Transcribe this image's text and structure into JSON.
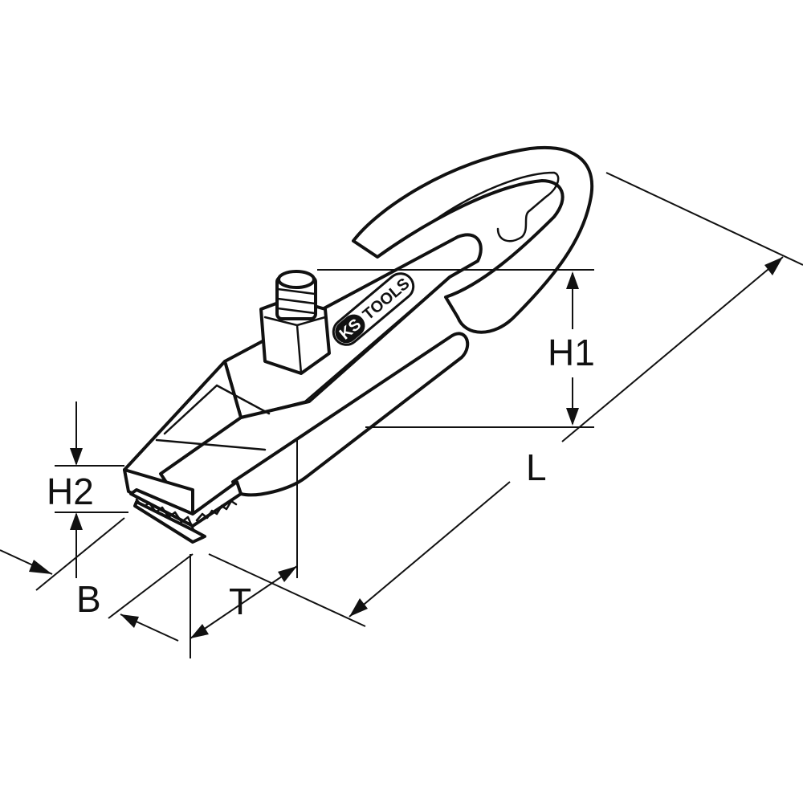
{
  "labels": {
    "h1": "H1",
    "h2": "H2",
    "l": "L",
    "b": "B",
    "t": "T"
  },
  "logo": {
    "text": "KS TOOLS"
  }
}
